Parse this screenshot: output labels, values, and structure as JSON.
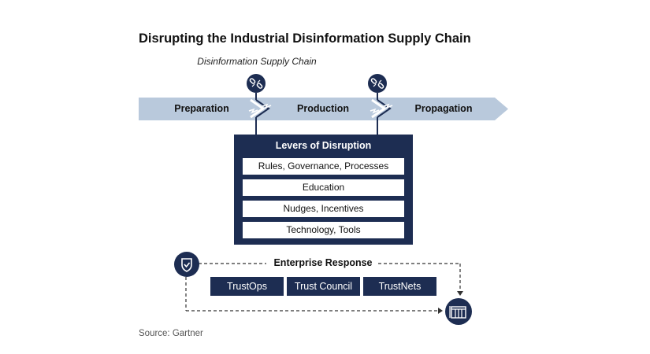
{
  "title": "Disrupting the Industrial Disinformation Supply Chain",
  "subtitle": "Disinformation Supply Chain",
  "stages": [
    "Preparation",
    "Production",
    "Propagation"
  ],
  "levers": {
    "title": "Levers of Disruption",
    "items": [
      "Rules, Governance, Processes",
      "Education",
      "Nudges, Incentives",
      "Technology, Tools"
    ]
  },
  "enterprise": {
    "title": "Enterprise Response",
    "items": [
      "TrustOps",
      "Trust Council",
      "TrustNets"
    ]
  },
  "source": "Source: Gartner",
  "colors": {
    "navy": "#1d2d52",
    "arrow": "#b9c9dc",
    "dashed": "#333333"
  },
  "icons": [
    "broken-link-icon",
    "shield-check-icon",
    "building-icon"
  ]
}
